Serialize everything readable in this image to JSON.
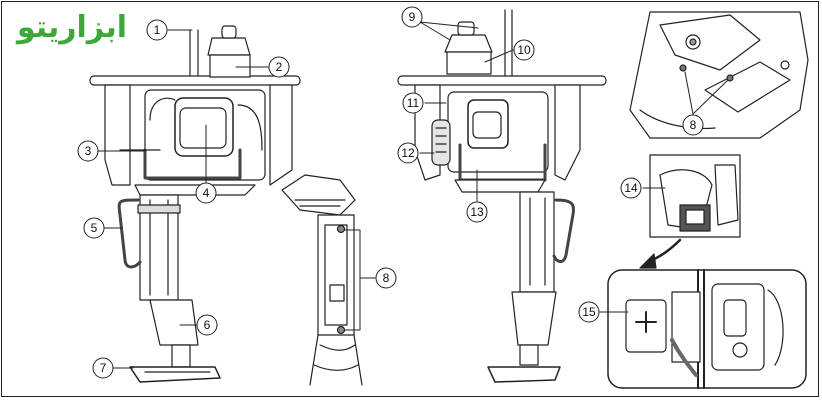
{
  "brand": {
    "logo_text": "ابزاریتو",
    "logo_color": "#3aa935"
  },
  "callouts": [
    {
      "id": "c1",
      "label": "1"
    },
    {
      "id": "c2",
      "label": "2"
    },
    {
      "id": "c3",
      "label": "3"
    },
    {
      "id": "c4",
      "label": "4"
    },
    {
      "id": "c5",
      "label": "5"
    },
    {
      "id": "c6",
      "label": "6"
    },
    {
      "id": "c7",
      "label": "7"
    },
    {
      "id": "c8a",
      "label": "8"
    },
    {
      "id": "c8b",
      "label": "8"
    },
    {
      "id": "c9",
      "label": "9"
    },
    {
      "id": "c10",
      "label": "10"
    },
    {
      "id": "c11",
      "label": "11"
    },
    {
      "id": "c12",
      "label": "12"
    },
    {
      "id": "c13",
      "label": "13"
    },
    {
      "id": "c14",
      "label": "14"
    },
    {
      "id": "c15",
      "label": "15"
    }
  ],
  "colors": {
    "line": "#222222",
    "shade": "#cfcfcf",
    "dark": "#555555"
  }
}
